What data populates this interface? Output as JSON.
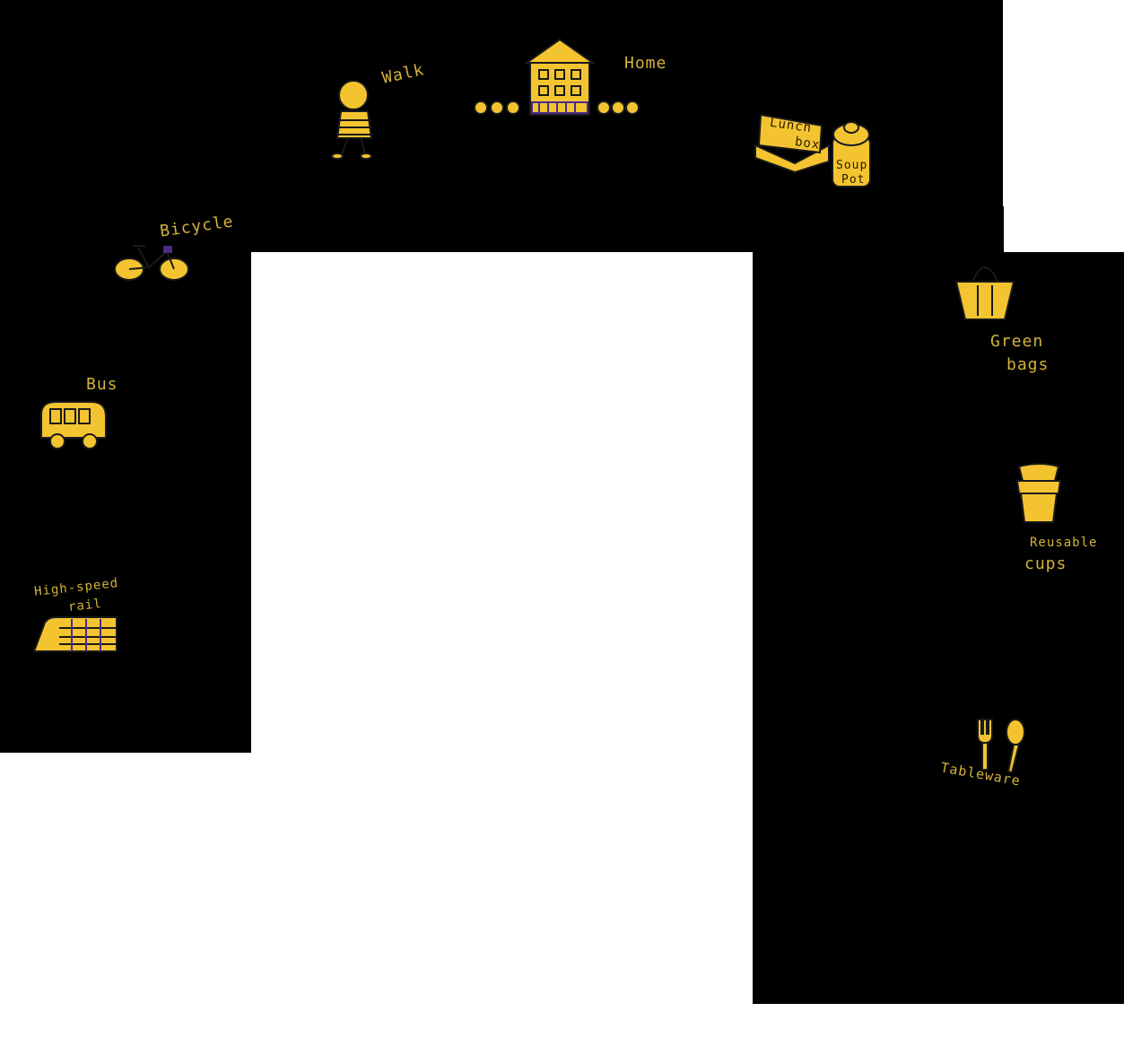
{
  "colors": {
    "background": "#000000",
    "icon_fill": "#f4c430",
    "label": "#d4b23a",
    "accent": "#4b2a8a"
  },
  "labels": {
    "walk": "Walk",
    "home": "Home",
    "lunch": "Lunch",
    "box": "box",
    "soup": "Soup",
    "pot": "Pot",
    "bicycle": "Bicycle",
    "bus": "Bus",
    "high_speed": "High-speed",
    "rail": "rail",
    "green": "Green",
    "bags": "bags",
    "reusable": "Reusable",
    "cups": "cups",
    "tableware": "Tableware"
  },
  "icons": [
    "person-walking-icon",
    "house-icon",
    "flowers-icon",
    "lunch-box-icon",
    "soup-pot-icon",
    "bicycle-icon",
    "bus-icon",
    "high-speed-rail-icon",
    "green-bag-icon",
    "reusable-cups-icon",
    "fork-spoon-icon"
  ]
}
